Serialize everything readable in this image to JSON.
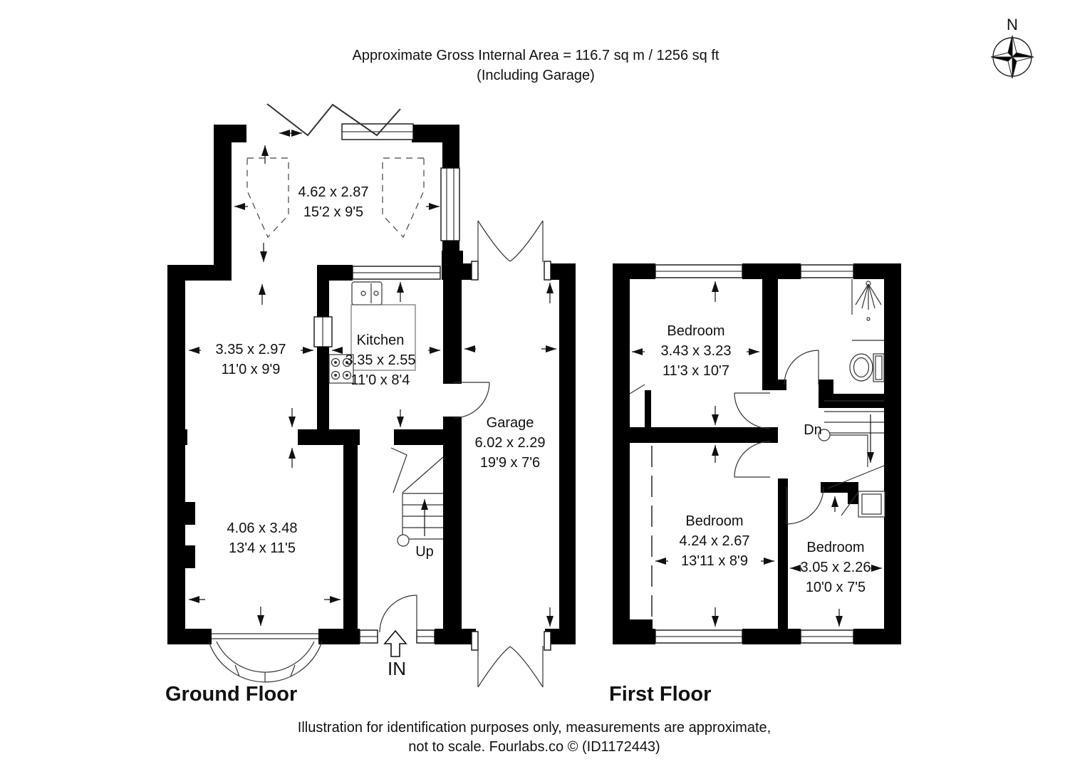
{
  "header": {
    "line1": "Approximate Gross Internal Area = 116.7 sq m / 1256 sq ft",
    "line2": "(Including Garage)"
  },
  "compass": {
    "north": "N"
  },
  "ground_floor": {
    "title": "Ground Floor",
    "reception_top": {
      "metric": "4.62 x 2.87",
      "imperial": "15'2 x 9'5"
    },
    "reception_mid": {
      "metric": "3.35 x 2.97",
      "imperial": "11'0 x 9'9"
    },
    "kitchen": {
      "name": "Kitchen",
      "metric": "3.35 x 2.55",
      "imperial": "11'0 x 8'4"
    },
    "garage": {
      "name": "Garage",
      "metric": "6.02 x 2.29",
      "imperial": "19'9 x 7'6"
    },
    "lounge": {
      "metric": "4.06 x 3.48",
      "imperial": "13'4 x 11'5"
    },
    "stairs": "Up",
    "entrance": "IN"
  },
  "first_floor": {
    "title": "First Floor",
    "bedroom1": {
      "name": "Bedroom",
      "metric": "3.43 x 3.23",
      "imperial": "11'3 x 10'7"
    },
    "bedroom2": {
      "name": "Bedroom",
      "metric": "4.24 x 2.67",
      "imperial": "13'11 x 8'9"
    },
    "bedroom3": {
      "name": "Bedroom",
      "metric": "3.05 x 2.26",
      "imperial": "10'0 x 7'5"
    },
    "stairs": "Dn"
  },
  "footer": {
    "line1": "Illustration for identification purposes only, measurements are approximate,",
    "line2": "not to scale. Fourlabs.co © (ID1172443)"
  }
}
